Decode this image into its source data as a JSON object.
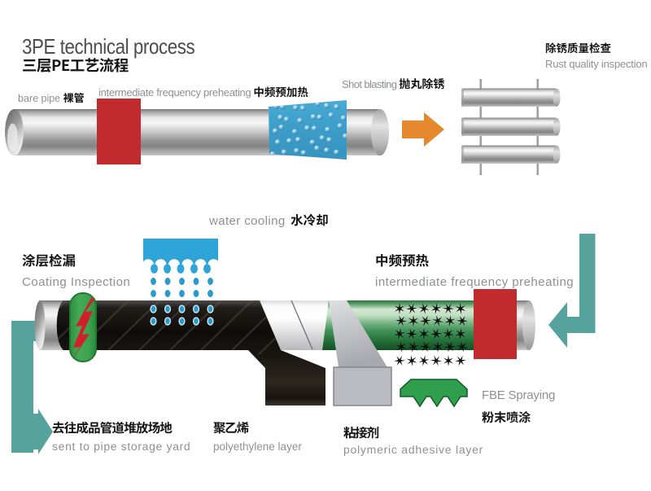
{
  "title": {
    "en": "3PE technical process",
    "zh": "三层PE工艺流程"
  },
  "labels": {
    "bare_pipe": {
      "en": "bare pipe",
      "zh": "裸管"
    },
    "preheat1": {
      "en": "intermediate frequency preheating",
      "zh": "中频预加热"
    },
    "shot_blasting": {
      "en": "Shot blasting",
      "zh": "抛丸除锈"
    },
    "rust_inspection": {
      "zh": "除锈质量检查",
      "en": "Rust quality inspection"
    },
    "water_cooling": {
      "en": "water cooling",
      "zh": "水冷却"
    },
    "coating_inspection": {
      "zh": "涂层检漏",
      "en": "Coating Inspection"
    },
    "preheat2": {
      "zh": "中频预热",
      "en": "intermediate frequency preheating"
    },
    "storage": {
      "zh": "去往成品管道堆放场地",
      "en": "sent to pipe storage yard"
    },
    "polyethylene": {
      "zh": "聚乙烯",
      "en": "polyethylene layer"
    },
    "adhesive": {
      "zh": "粘接剂",
      "en": "polymeric adhesive layer"
    },
    "fbe_spraying": {
      "en": "FBE Spraying",
      "zh": "粉末喷涂"
    }
  },
  "colors": {
    "heater_red": "#c12b2e",
    "flow_orange": "#e5882e",
    "flow_teal": "#55a39c",
    "water_blue": "#2ea4d8",
    "blast_blue": "#3fa0ca",
    "fbe_green": "#2f9e4d",
    "inspector_green": "#3ba24e",
    "lightning_red": "#d01f26",
    "pe_black": "#16120e",
    "steel_silver": "#c9c9c9",
    "label_gray": "#8d9093",
    "label_dark": "#141414"
  }
}
